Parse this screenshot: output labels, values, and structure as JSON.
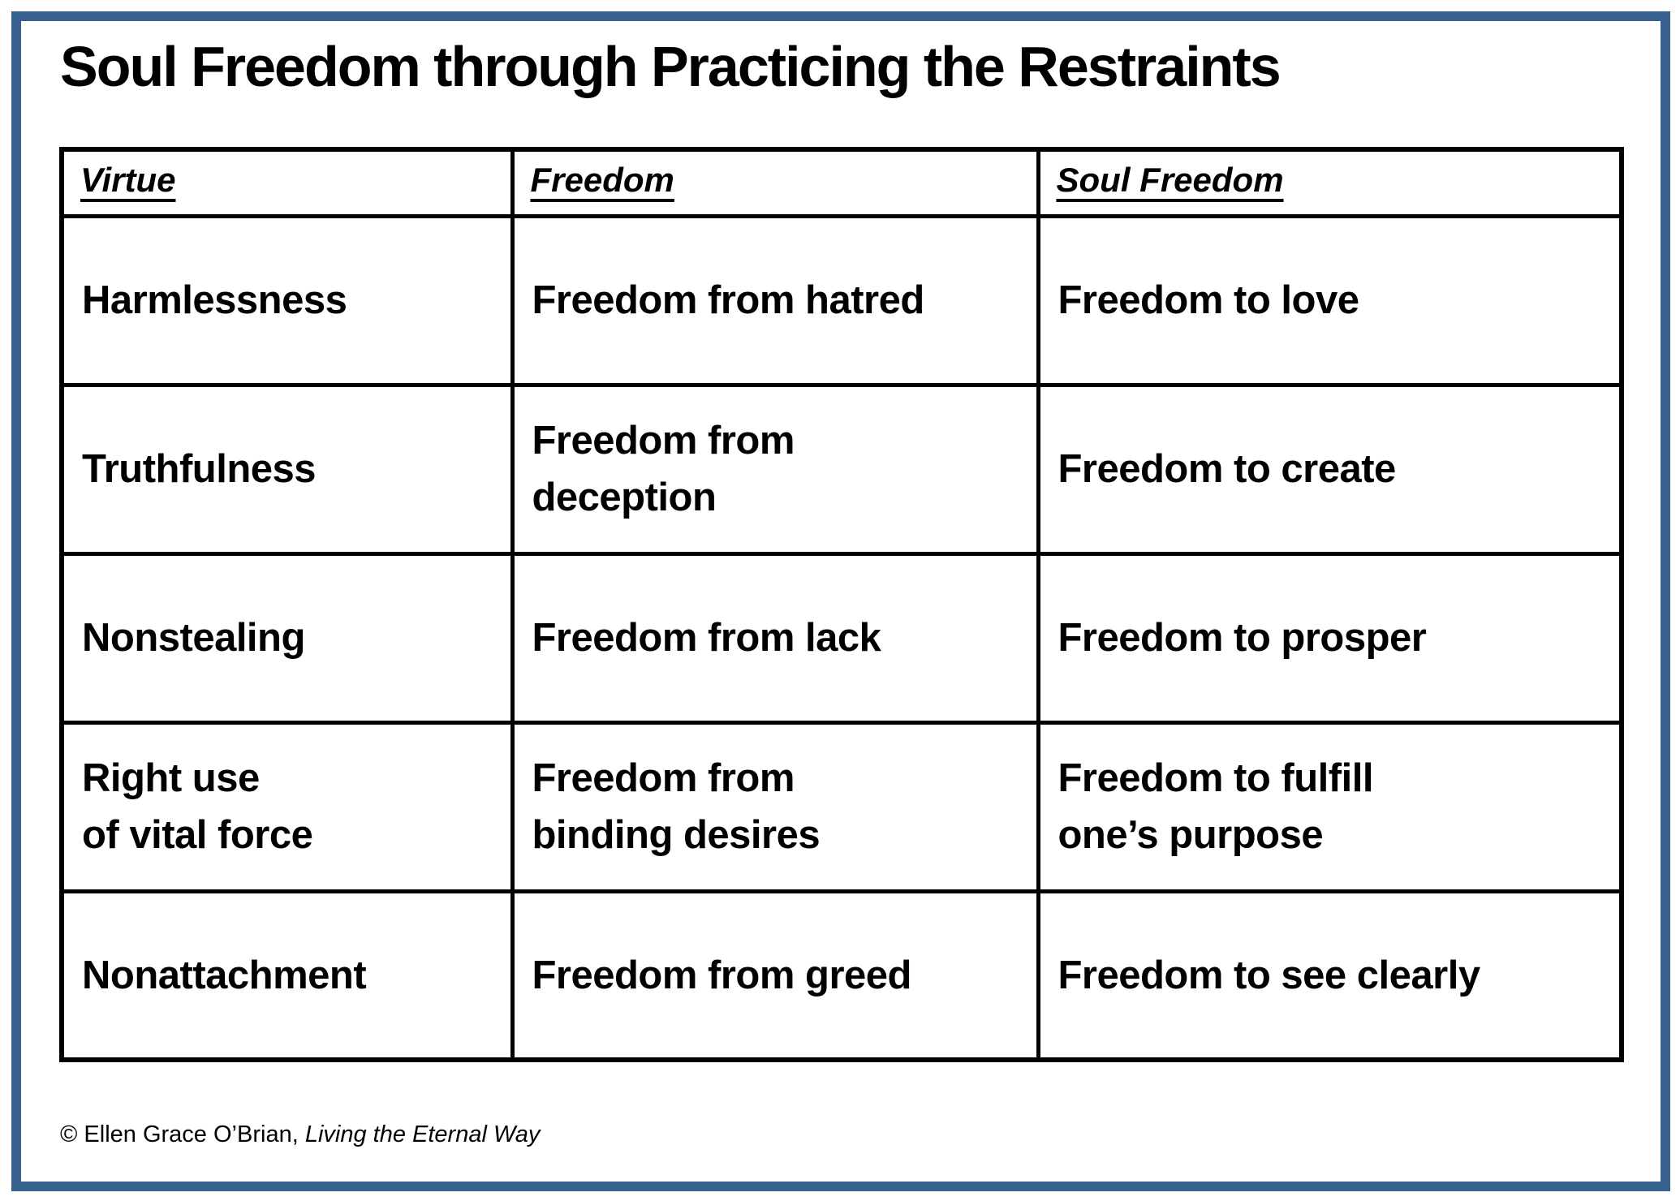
{
  "page": {
    "border_color": "#38618f",
    "background_color": "#ffffff",
    "text_color": "#000000"
  },
  "title": "Soul Freedom through Practicing the Restraints",
  "table": {
    "headers": [
      "Virtue",
      "Freedom",
      "Soul Freedom"
    ],
    "rows": [
      {
        "virtue": "Harmlessness",
        "freedom": "Freedom from hatred",
        "soul_freedom": "Freedom to love"
      },
      {
        "virtue": "Truthfulness",
        "freedom": "Freedom from\ndeception",
        "soul_freedom": "Freedom to create"
      },
      {
        "virtue": "Nonstealing",
        "freedom": "Freedom from lack",
        "soul_freedom": "Freedom to prosper"
      },
      {
        "virtue": "Right use\nof vital force",
        "freedom": "Freedom from\nbinding desires",
        "soul_freedom": "Freedom to fulfill\none’s purpose"
      },
      {
        "virtue": "Nonattachment",
        "freedom": "Freedom from greed",
        "soul_freedom": "Freedom to see clearly"
      }
    ]
  },
  "footer": {
    "copyright": "© Ellen Grace O’Brian, ",
    "book_title": "Living the Eternal Way"
  }
}
